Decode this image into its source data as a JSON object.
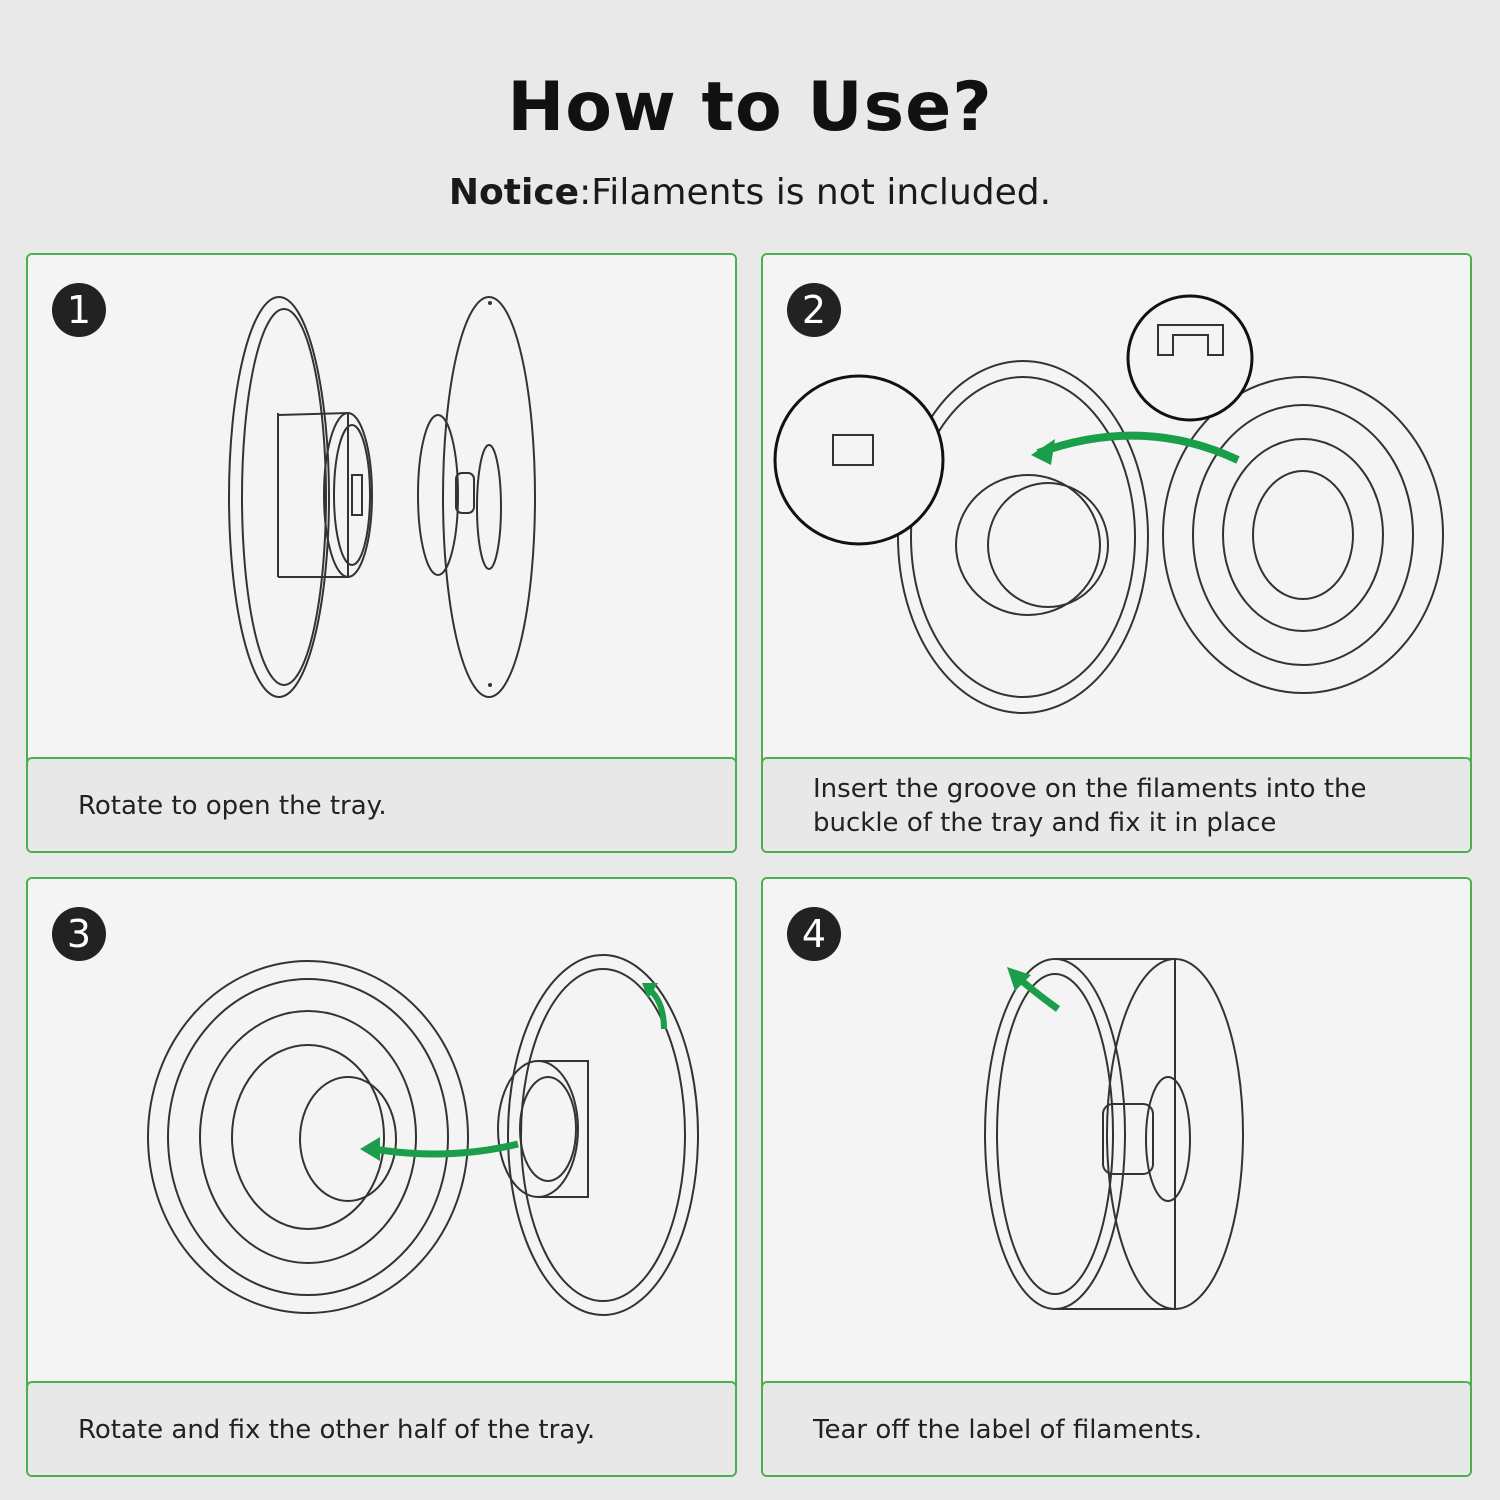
{
  "header": {
    "title": "How to Use?",
    "notice_label": "Notice",
    "notice_text": ":Filaments is not included."
  },
  "steps": [
    {
      "number": "1",
      "caption": "Rotate to open the tray."
    },
    {
      "number": "2",
      "caption": "Insert the groove on the filaments into the buckle of the tray and fix it in place"
    },
    {
      "number": "3",
      "caption": "Rotate and fix the other half of the tray."
    },
    {
      "number": "4",
      "caption": "Tear off the label of filaments."
    }
  ],
  "colors": {
    "border": "#4cae4c",
    "arrow": "#1a9e4a",
    "badge": "#222222"
  }
}
